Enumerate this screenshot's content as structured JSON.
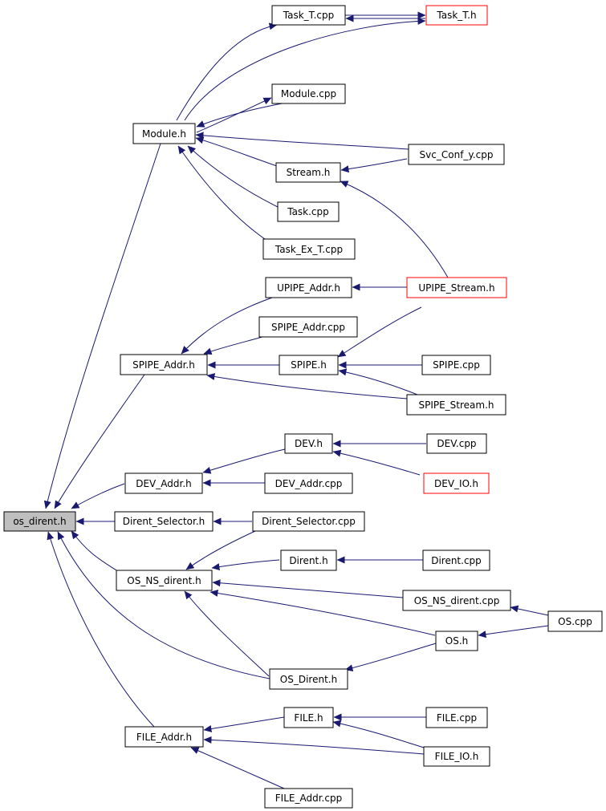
{
  "diagram": {
    "colors": {
      "edge": "#191970",
      "red_border": "#ff0000",
      "current_fill": "#bfbfbf"
    },
    "nodes": [
      {
        "id": "task_t_cpp",
        "label": "Task_T.cpp"
      },
      {
        "id": "task_t_h",
        "label": "Task_T.h",
        "style": "red"
      },
      {
        "id": "module_cpp",
        "label": "Module.cpp"
      },
      {
        "id": "module_h",
        "label": "Module.h"
      },
      {
        "id": "svc_conf_y_cpp",
        "label": "Svc_Conf_y.cpp"
      },
      {
        "id": "stream_h",
        "label": "Stream.h"
      },
      {
        "id": "task_cpp",
        "label": "Task.cpp"
      },
      {
        "id": "task_ex_t_cpp",
        "label": "Task_Ex_T.cpp"
      },
      {
        "id": "upipe_addr_h",
        "label": "UPIPE_Addr.h"
      },
      {
        "id": "upipe_stream_h",
        "label": "UPIPE_Stream.h",
        "style": "red"
      },
      {
        "id": "spipe_addr_cpp",
        "label": "SPIPE_Addr.cpp"
      },
      {
        "id": "spipe_addr_h",
        "label": "SPIPE_Addr.h"
      },
      {
        "id": "spipe_h",
        "label": "SPIPE.h"
      },
      {
        "id": "spipe_cpp",
        "label": "SPIPE.cpp"
      },
      {
        "id": "spipe_stream_h",
        "label": "SPIPE_Stream.h"
      },
      {
        "id": "dev_h",
        "label": "DEV.h"
      },
      {
        "id": "dev_cpp",
        "label": "DEV.cpp"
      },
      {
        "id": "dev_addr_h",
        "label": "DEV_Addr.h"
      },
      {
        "id": "dev_addr_cpp",
        "label": "DEV_Addr.cpp"
      },
      {
        "id": "dev_io_h",
        "label": "DEV_IO.h",
        "style": "red"
      },
      {
        "id": "os_dirent_h",
        "label": "os_dirent.h",
        "style": "current"
      },
      {
        "id": "dirent_selector_h",
        "label": "Dirent_Selector.h"
      },
      {
        "id": "dirent_selector_cpp",
        "label": "Dirent_Selector.cpp"
      },
      {
        "id": "dirent_h",
        "label": "Dirent.h"
      },
      {
        "id": "dirent_cpp",
        "label": "Dirent.cpp"
      },
      {
        "id": "os_ns_dirent_h",
        "label": "OS_NS_dirent.h"
      },
      {
        "id": "os_ns_dirent_cpp",
        "label": "OS_NS_dirent.cpp"
      },
      {
        "id": "os_cpp",
        "label": "OS.cpp"
      },
      {
        "id": "os_h",
        "label": "OS.h"
      },
      {
        "id": "os_dirent_class_h",
        "label": "OS_Dirent.h"
      },
      {
        "id": "file_h",
        "label": "FILE.h"
      },
      {
        "id": "file_cpp",
        "label": "FILE.cpp"
      },
      {
        "id": "file_addr_h",
        "label": "FILE_Addr.h"
      },
      {
        "id": "file_io_h",
        "label": "FILE_IO.h"
      },
      {
        "id": "file_addr_cpp",
        "label": "FILE_Addr.cpp"
      }
    ]
  }
}
